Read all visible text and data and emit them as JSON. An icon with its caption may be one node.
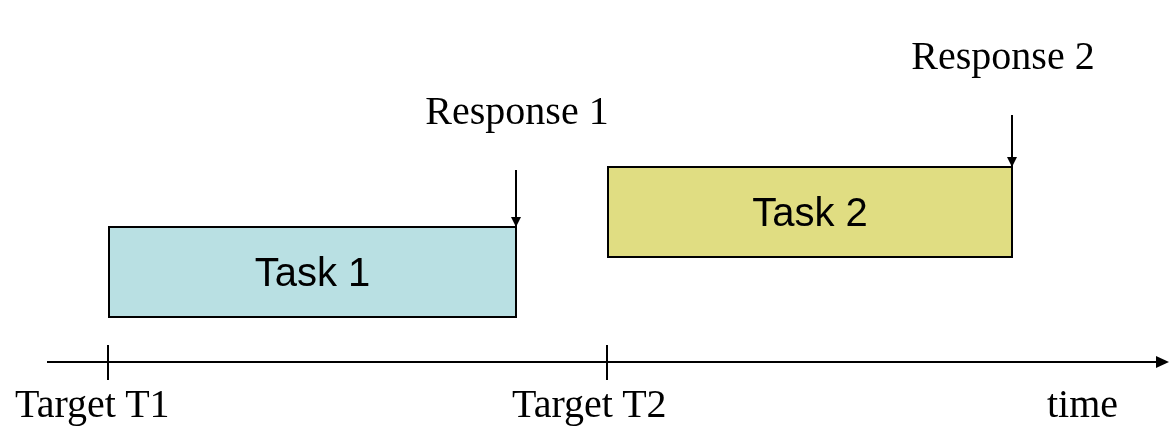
{
  "diagram": {
    "nodes": [
      {
        "text": [
          "Task 1"
        ]
      },
      {
        "text": [
          "Task 2"
        ]
      },
      {
        "text": [
          "Response 1"
        ]
      },
      {
        "text": [
          "Response 2"
        ]
      }
    ],
    "edges": [
      {
        "from": 2,
        "to": 0,
        "arrow": "to"
      },
      {
        "from": 3,
        "to": 1,
        "arrow": "to"
      }
    ],
    "labels": [
      "Target T1",
      "Target T2",
      "time"
    ]
  }
}
